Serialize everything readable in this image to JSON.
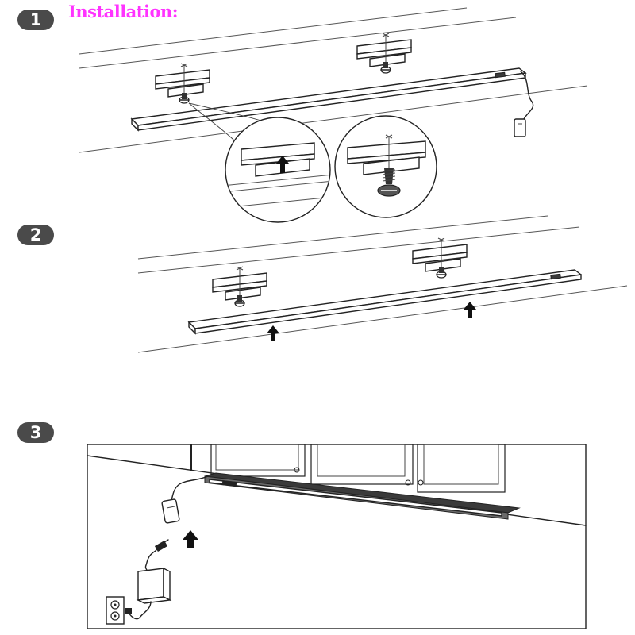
{
  "title": "Installation:",
  "steps": [
    {
      "number": "1"
    },
    {
      "number": "2"
    },
    {
      "number": "3"
    }
  ],
  "colors": {
    "title": "#ff33ff",
    "badge": "#4a4a4a",
    "line": "#222222",
    "bar_dark": "#3a3a3a"
  }
}
